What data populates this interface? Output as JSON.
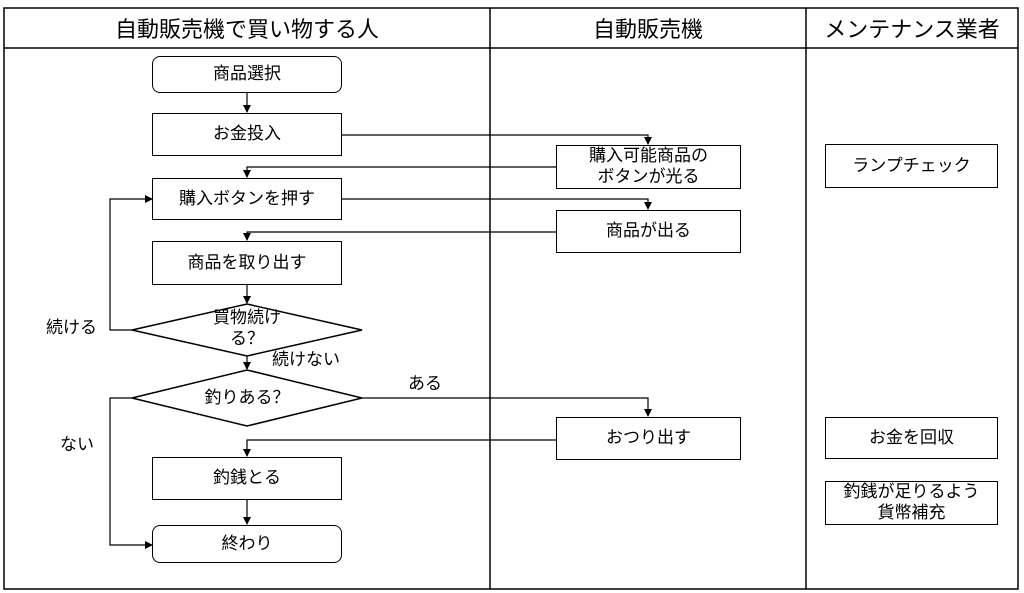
{
  "lanes": {
    "buyer": "自動販売機で買い物する人",
    "machine": "自動販売機",
    "maintenance": "メンテナンス業者"
  },
  "buyer_steps": {
    "select": "商品選択",
    "insert": "お金投入",
    "press": "購入ボタンを押す",
    "take": "商品を取り出す",
    "decision_continue_l1": "買物続け",
    "decision_continue_l2": "る？",
    "decision_change": "釣りある？",
    "take_change": "釣銭とる",
    "end": "終わり"
  },
  "machine_steps": {
    "light_l1": "購入可能商品の",
    "light_l2": "ボタンが光る",
    "product_out": "商品が出る",
    "change_out": "おつり出す"
  },
  "maintenance_steps": {
    "lamp_check": "ランプチェック",
    "collect": "お金を回収",
    "refill_l1": "釣銭が足りるよう",
    "refill_l2": "貨幣補充"
  },
  "edge_labels": {
    "continue": "続ける",
    "not_continue": "続けない",
    "yes": "ある",
    "no": "ない"
  }
}
